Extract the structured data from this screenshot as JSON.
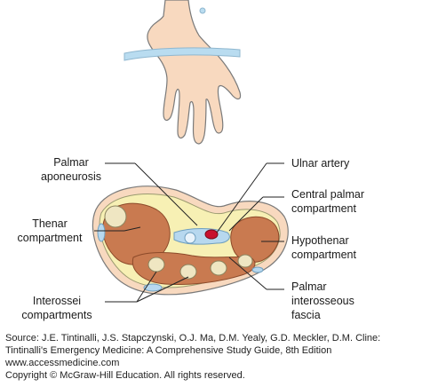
{
  "labels": {
    "palmar_aponeurosis": [
      "Palmar",
      "aponeurosis"
    ],
    "thenar_compartment": [
      "Thenar",
      "compartment"
    ],
    "interossei_compartments": [
      "Interossei",
      "compartments"
    ],
    "ulnar_artery": [
      "Ulnar artery"
    ],
    "central_palmar_compartment": [
      "Central palmar",
      "compartment"
    ],
    "hypothenar_compartment": [
      "Hypothenar",
      "compartment"
    ],
    "palmar_interosseous_fascia": [
      "Palmar",
      "interosseous",
      "fascia"
    ]
  },
  "source": [
    "Source: J.E. Tintinalli, J.S. Stapczynski, O.J. Ma, D.M. Yealy, G.D. Meckler, D.M. Cline:",
    "Tintinalli's Emergency Medicine: A Comprehensive Study Guide, 8th Edition",
    "www.accessmedicine.com",
    "Copyright © McGraw-Hill Education.  All rights reserved."
  ],
  "colors": {
    "skin": "#f8d9bf",
    "skin_outline": "#7a7a7a",
    "band": "#b9dcf0",
    "muscle": "#c97a50",
    "muscle_dark": "#a85a36",
    "fascia": "#f7f0b4",
    "bone": "#efe6c2",
    "vessel": "#b7d8ef",
    "artery": "#c8102e"
  }
}
